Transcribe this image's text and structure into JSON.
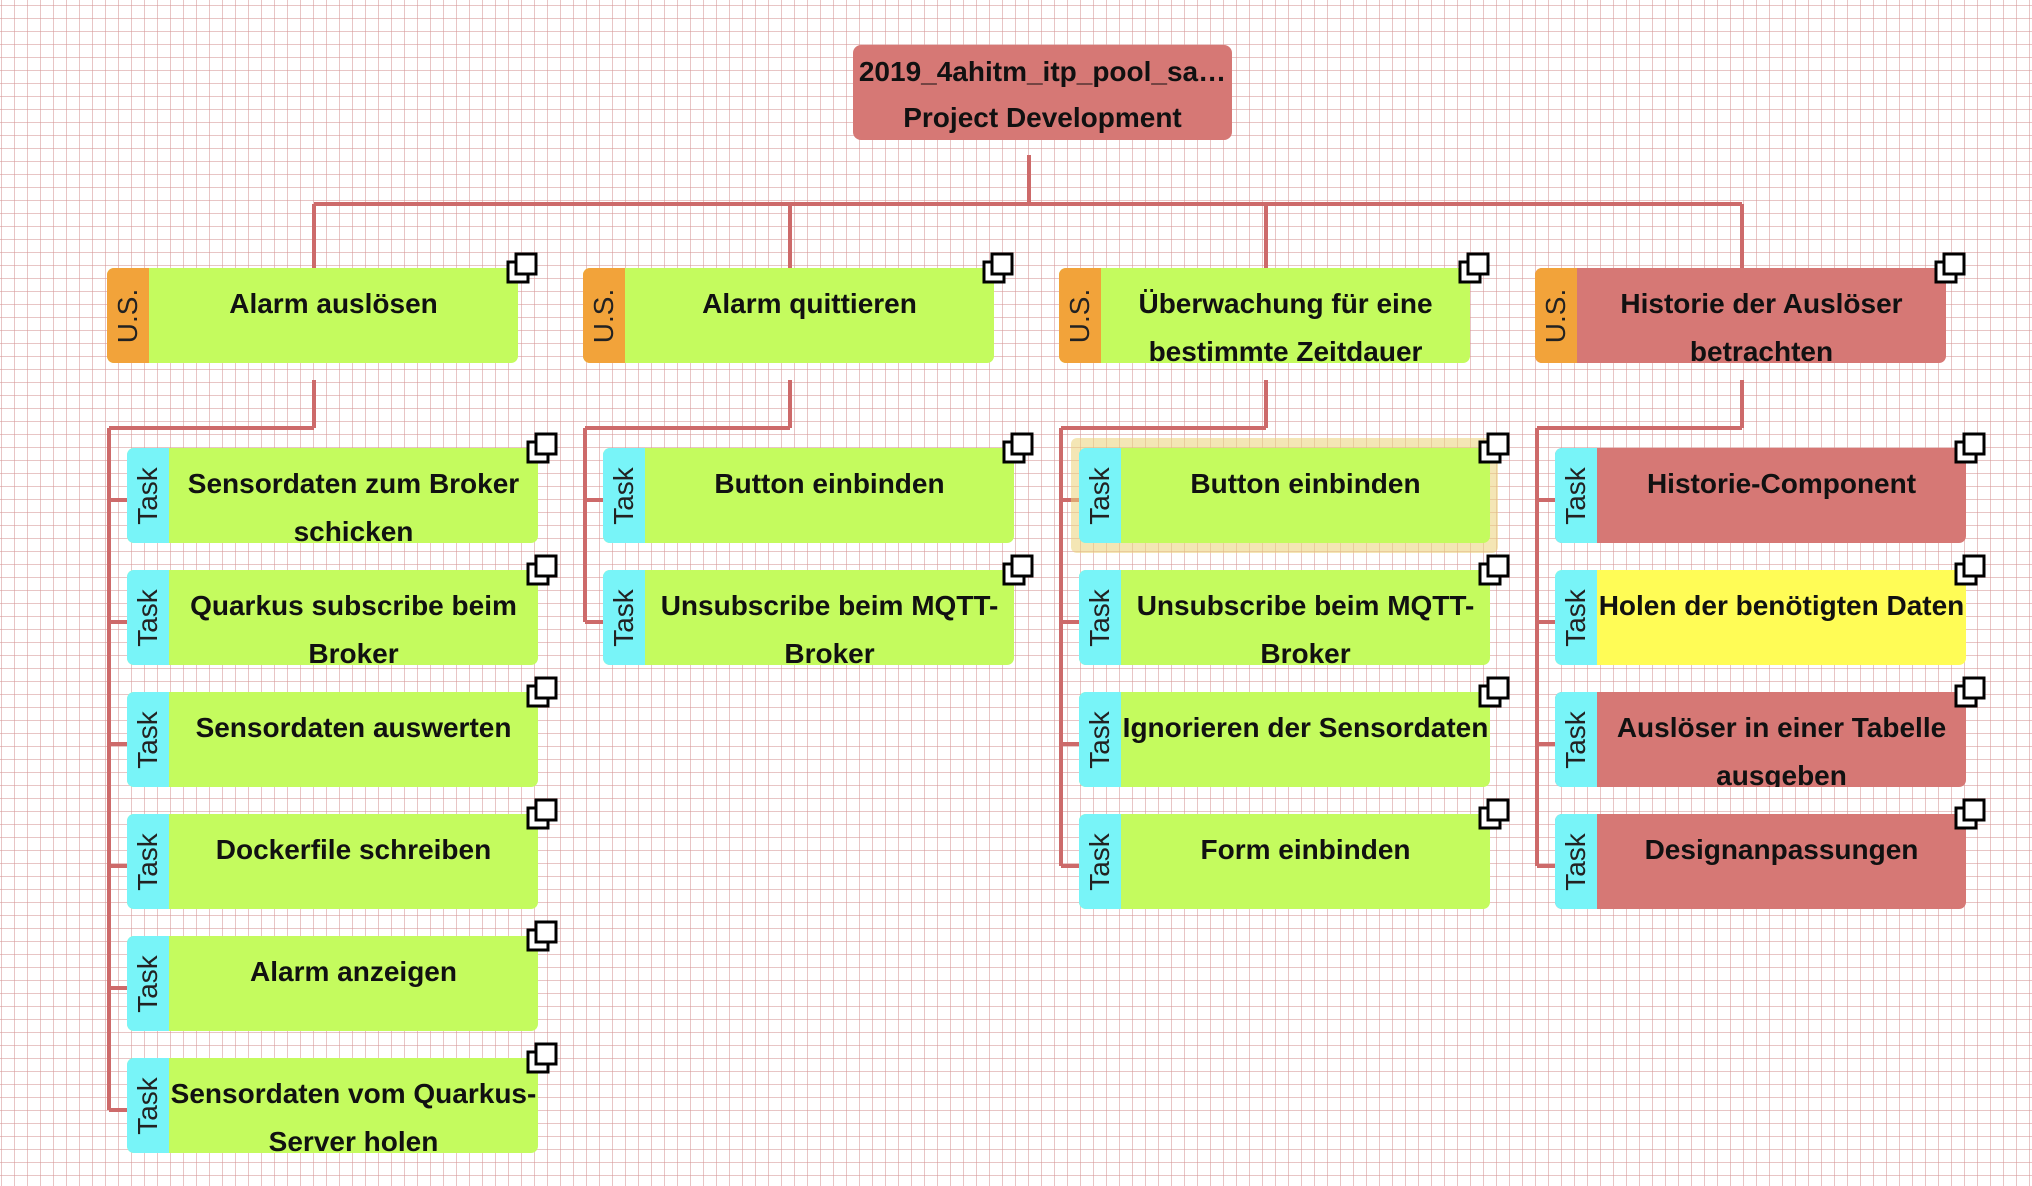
{
  "colors": {
    "connector": "#cd6a6a",
    "green": "#c4fb5e",
    "red": "#d67875",
    "yellow": "#fffc56",
    "usTag": "#f2a33a",
    "taskTag": "#78f4f8",
    "selection": "#ebd278"
  },
  "root": {
    "line1": "2019_4ahitm_itp_pool_sa…",
    "line2": "Project Development"
  },
  "icon_name": "expand-icon",
  "stories": [
    {
      "tag": "U.S.",
      "title": "Alarm auslösen",
      "color": "green",
      "tasks": [
        {
          "tag": "Task",
          "title": "Sensordaten zum Broker schicken",
          "color": "green"
        },
        {
          "tag": "Task",
          "title": "Quarkus subscribe beim Broker",
          "color": "green"
        },
        {
          "tag": "Task",
          "title": "Sensordaten auswerten",
          "color": "green"
        },
        {
          "tag": "Task",
          "title": "Dockerfile schreiben",
          "color": "green"
        },
        {
          "tag": "Task",
          "title": "Alarm anzeigen",
          "color": "green"
        },
        {
          "tag": "Task",
          "title": "Sensordaten vom Quarkus-Server holen",
          "color": "green"
        }
      ]
    },
    {
      "tag": "U.S.",
      "title": "Alarm quittieren",
      "color": "green",
      "tasks": [
        {
          "tag": "Task",
          "title": "Button einbinden",
          "color": "green"
        },
        {
          "tag": "Task",
          "title": "Unsubscribe beim MQTT-Broker",
          "color": "green"
        }
      ]
    },
    {
      "tag": "U.S.",
      "title": "Überwachung für eine bestimmte Zeitdauer",
      "color": "green",
      "tasks": [
        {
          "tag": "Task",
          "title": "Button einbinden",
          "color": "green",
          "selected": true
        },
        {
          "tag": "Task",
          "title": "Unsubscribe beim MQTT-Broker",
          "color": "green"
        },
        {
          "tag": "Task",
          "title": "Ignorieren der Sensordaten",
          "color": "green"
        },
        {
          "tag": "Task",
          "title": "Form einbinden",
          "color": "green"
        }
      ]
    },
    {
      "tag": "U.S.",
      "title": "Historie der Auslöser betrachten",
      "color": "red",
      "tasks": [
        {
          "tag": "Task",
          "title": "Historie-Component",
          "color": "red"
        },
        {
          "tag": "Task",
          "title": "Holen der benötigten Daten",
          "color": "yellow"
        },
        {
          "tag": "Task",
          "title": "Auslöser in einer Tabelle ausgeben",
          "color": "red"
        },
        {
          "tag": "Task",
          "title": "Designanpassungen",
          "color": "red"
        }
      ]
    }
  ]
}
